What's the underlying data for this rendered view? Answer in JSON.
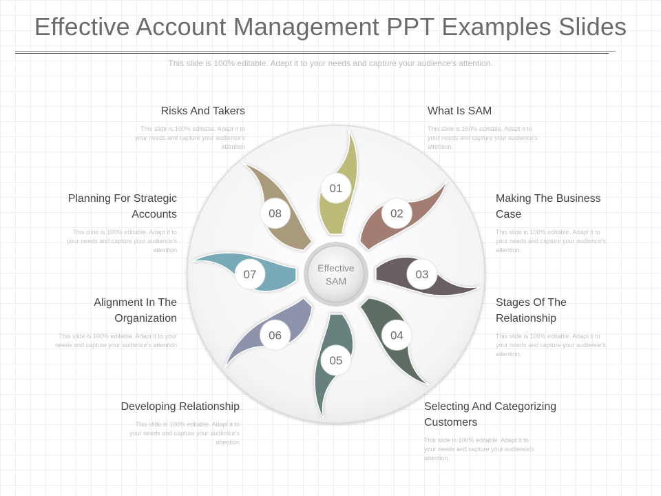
{
  "title": "Effective Account Management PPT Examples Slides",
  "subtitle": "This slide is 100% editable. Adapt it to your needs and capture your audience's attention.",
  "center_label_line1": "Effective",
  "center_label_line2": "SAM",
  "items": [
    {
      "number": "01",
      "color": "#bdbb7a",
      "heading": "What Is SAM",
      "description": "This slide is 100% editable. Adapt it to your needs and capture your audience's attention."
    },
    {
      "number": "02",
      "color": "#a47d72",
      "heading": "Making The Business Case",
      "description": "This slide is 100% editable. Adapt it to your needs and capture your audience's attention."
    },
    {
      "number": "03",
      "color": "#6a5f61",
      "heading": "Stages Of The Relationship",
      "description": "This slide is 100% editable. Adapt it to your needs and capture your audience's attention."
    },
    {
      "number": "04",
      "color": "#5d6d62",
      "heading": "Selecting And Categorizing Customers",
      "description": "This slide is 100% editable. Adapt it to your needs and capture your audience's attention."
    },
    {
      "number": "05",
      "color": "#66807e",
      "heading": "Developing Relationship",
      "description": "This slide is 100% editable. Adapt it to your needs and capture your audience's attention"
    },
    {
      "number": "06",
      "color": "#8d93ab",
      "heading": "Alignment In The Organization",
      "description": "This slide is 100% editable. Adapt it to your needs and capture your audience's attention"
    },
    {
      "number": "07",
      "color": "#77aab6",
      "heading": "Planning For Strategic Accounts",
      "description": "This slide is 100% editable. Adapt it to your needs and capture your audience's attention"
    },
    {
      "number": "08",
      "color": "#a99a7c",
      "heading": "Risks And Takers",
      "description": "This slide is 100% editable. Adapt it to your needs and capture your audience's attention"
    }
  ]
}
